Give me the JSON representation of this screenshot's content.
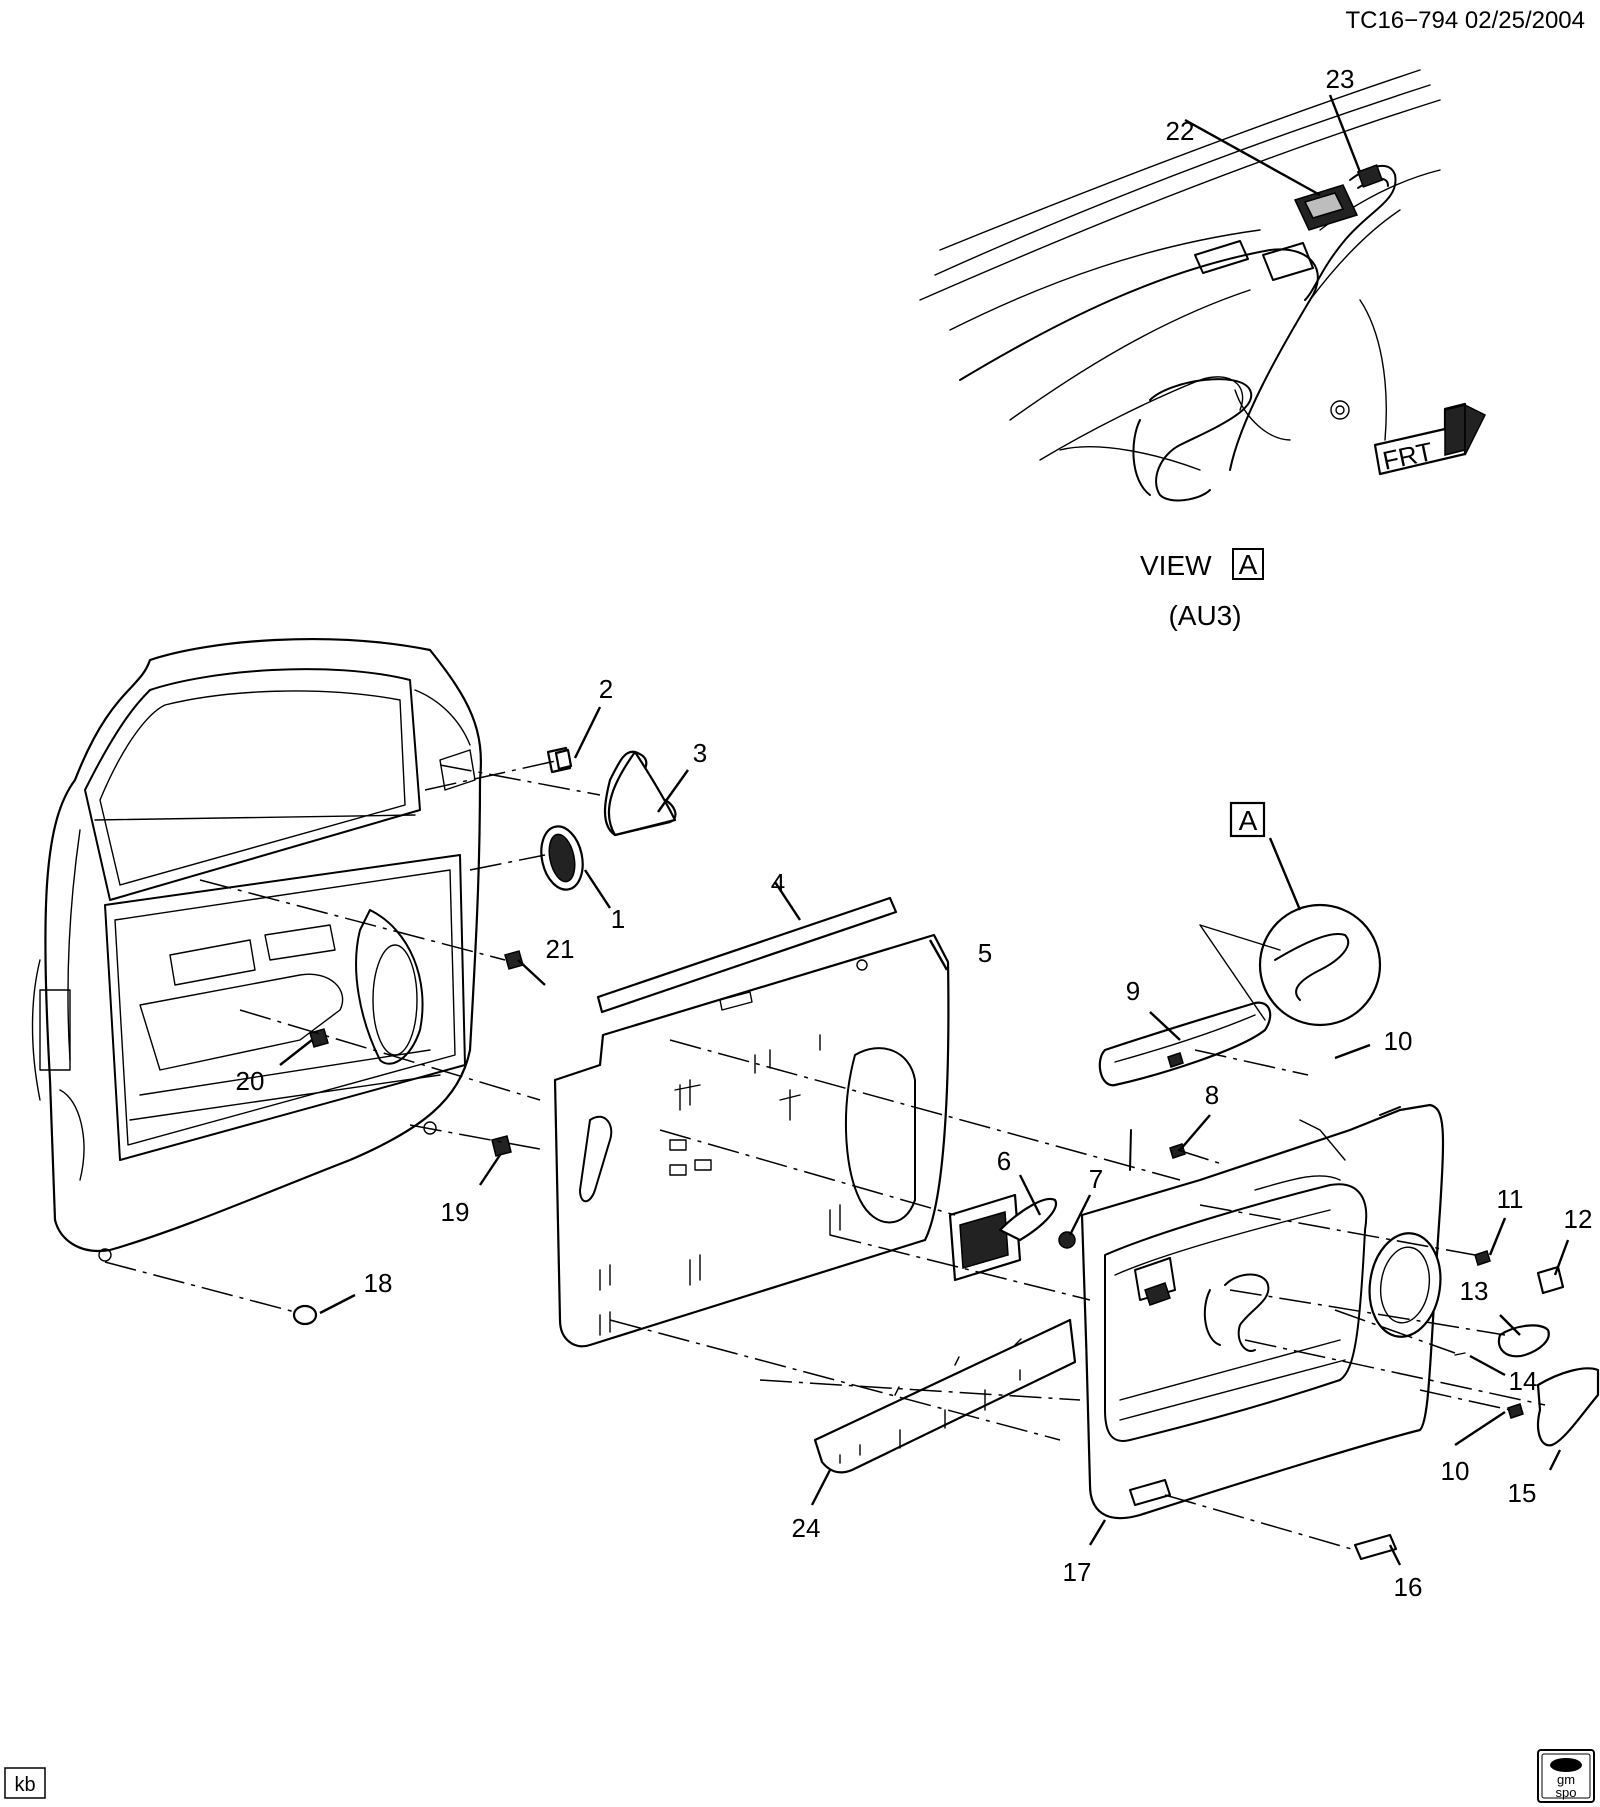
{
  "header": {
    "code": "TC16−794",
    "date": "02/25/2004"
  },
  "view": {
    "title": "VIEW",
    "tag": "A",
    "option": "(AU3)"
  },
  "view_callout": {
    "tag": "A"
  },
  "direction_arrow": {
    "text": "FRT"
  },
  "callouts": [
    {
      "id": "c1",
      "text": "1"
    },
    {
      "id": "c2",
      "text": "2"
    },
    {
      "id": "c3",
      "text": "3"
    },
    {
      "id": "c4",
      "text": "4"
    },
    {
      "id": "c5",
      "text": "5"
    },
    {
      "id": "c6",
      "text": "6"
    },
    {
      "id": "c7",
      "text": "7"
    },
    {
      "id": "c8",
      "text": "8"
    },
    {
      "id": "c9",
      "text": "9"
    },
    {
      "id": "c10a",
      "text": "10"
    },
    {
      "id": "c10b",
      "text": "10"
    },
    {
      "id": "c11",
      "text": "11"
    },
    {
      "id": "c12",
      "text": "12"
    },
    {
      "id": "c13",
      "text": "13"
    },
    {
      "id": "c14",
      "text": "14"
    },
    {
      "id": "c15",
      "text": "15"
    },
    {
      "id": "c16",
      "text": "16"
    },
    {
      "id": "c17",
      "text": "17"
    },
    {
      "id": "c18",
      "text": "18"
    },
    {
      "id": "c19",
      "text": "19"
    },
    {
      "id": "c20",
      "text": "20"
    },
    {
      "id": "c21",
      "text": "21"
    },
    {
      "id": "c22",
      "text": "22"
    },
    {
      "id": "c23",
      "text": "23"
    },
    {
      "id": "c24",
      "text": "24"
    }
  ],
  "footer": {
    "left_tag": "kb",
    "logo_text": "gm spo"
  }
}
